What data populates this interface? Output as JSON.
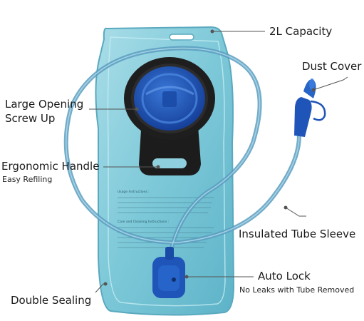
{
  "callouts": {
    "capacity": "2L Capacity",
    "dust_cover": "Dust Cover",
    "opening_line1": "Large Opening",
    "opening_line2": "Screw Up",
    "handle": "Ergonomic Handle",
    "handle_sub": "Easy Refiling",
    "tube_sleeve": "Insulated Tube Sleeve",
    "auto_lock": "Auto Lock",
    "auto_lock_sub": "No Leaks with Tube Removed",
    "double_sealing": "Double Sealing"
  },
  "printed_instructions": {
    "heading1": "Usage Instructions :",
    "heading2": "Care and Cleaning Instructions :"
  },
  "colors": {
    "bladder": "#7cc8d8",
    "cap": "#1f55b8",
    "tube": "#5a9ec0",
    "handle": "#1c1c1c"
  }
}
